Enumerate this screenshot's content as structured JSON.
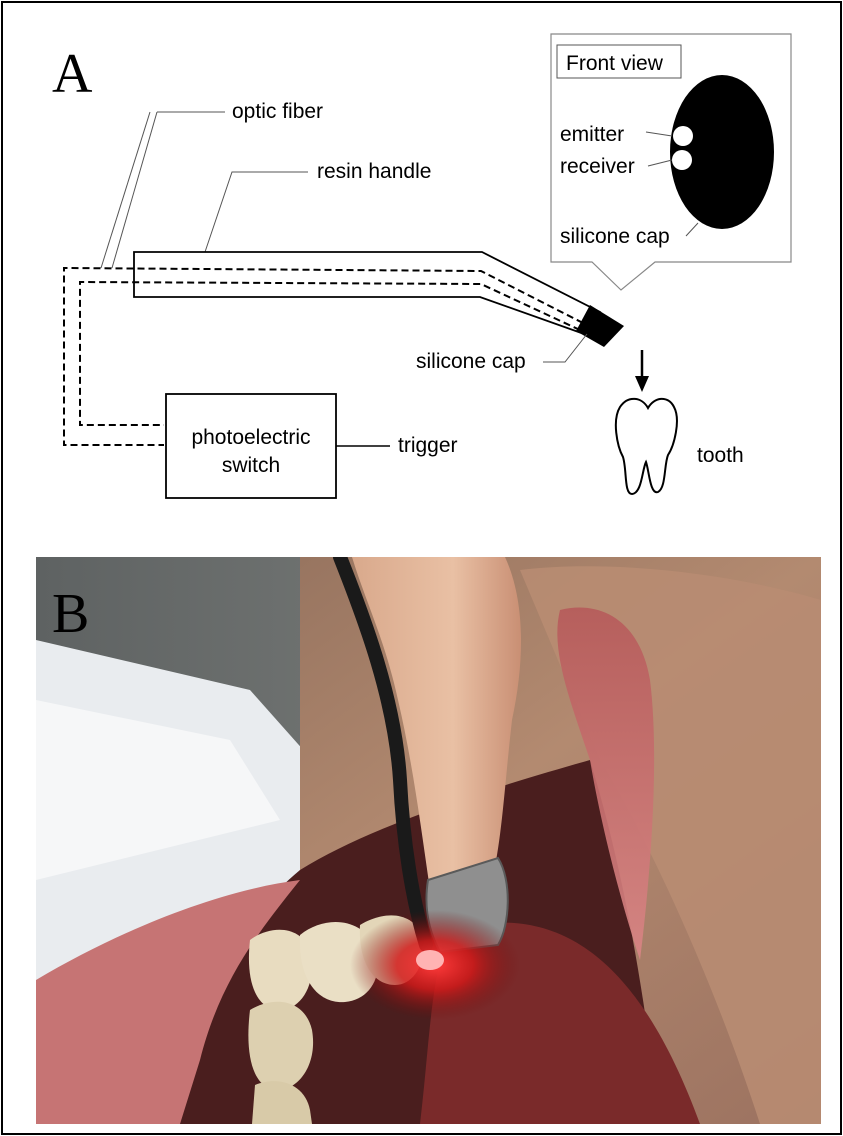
{
  "figure": {
    "panel_a": {
      "letter": "A",
      "labels": {
        "optic_fiber": "optic fiber",
        "resin_handle": "resin handle",
        "silicone_cap": "silicone cap",
        "photoelectric_switch_line1": "photoelectric",
        "photoelectric_switch_line2": "switch",
        "trigger": "trigger",
        "tooth": "tooth"
      },
      "front_view": {
        "title": "Front view",
        "emitter": "emitter",
        "receiver": "receiver",
        "silicone_cap": "silicone cap"
      }
    },
    "panel_b": {
      "letter": "B",
      "description_colors": {
        "lip": "#c56a6a",
        "skin": "#a8826a",
        "probe_light": "#ff2a2a"
      }
    }
  }
}
